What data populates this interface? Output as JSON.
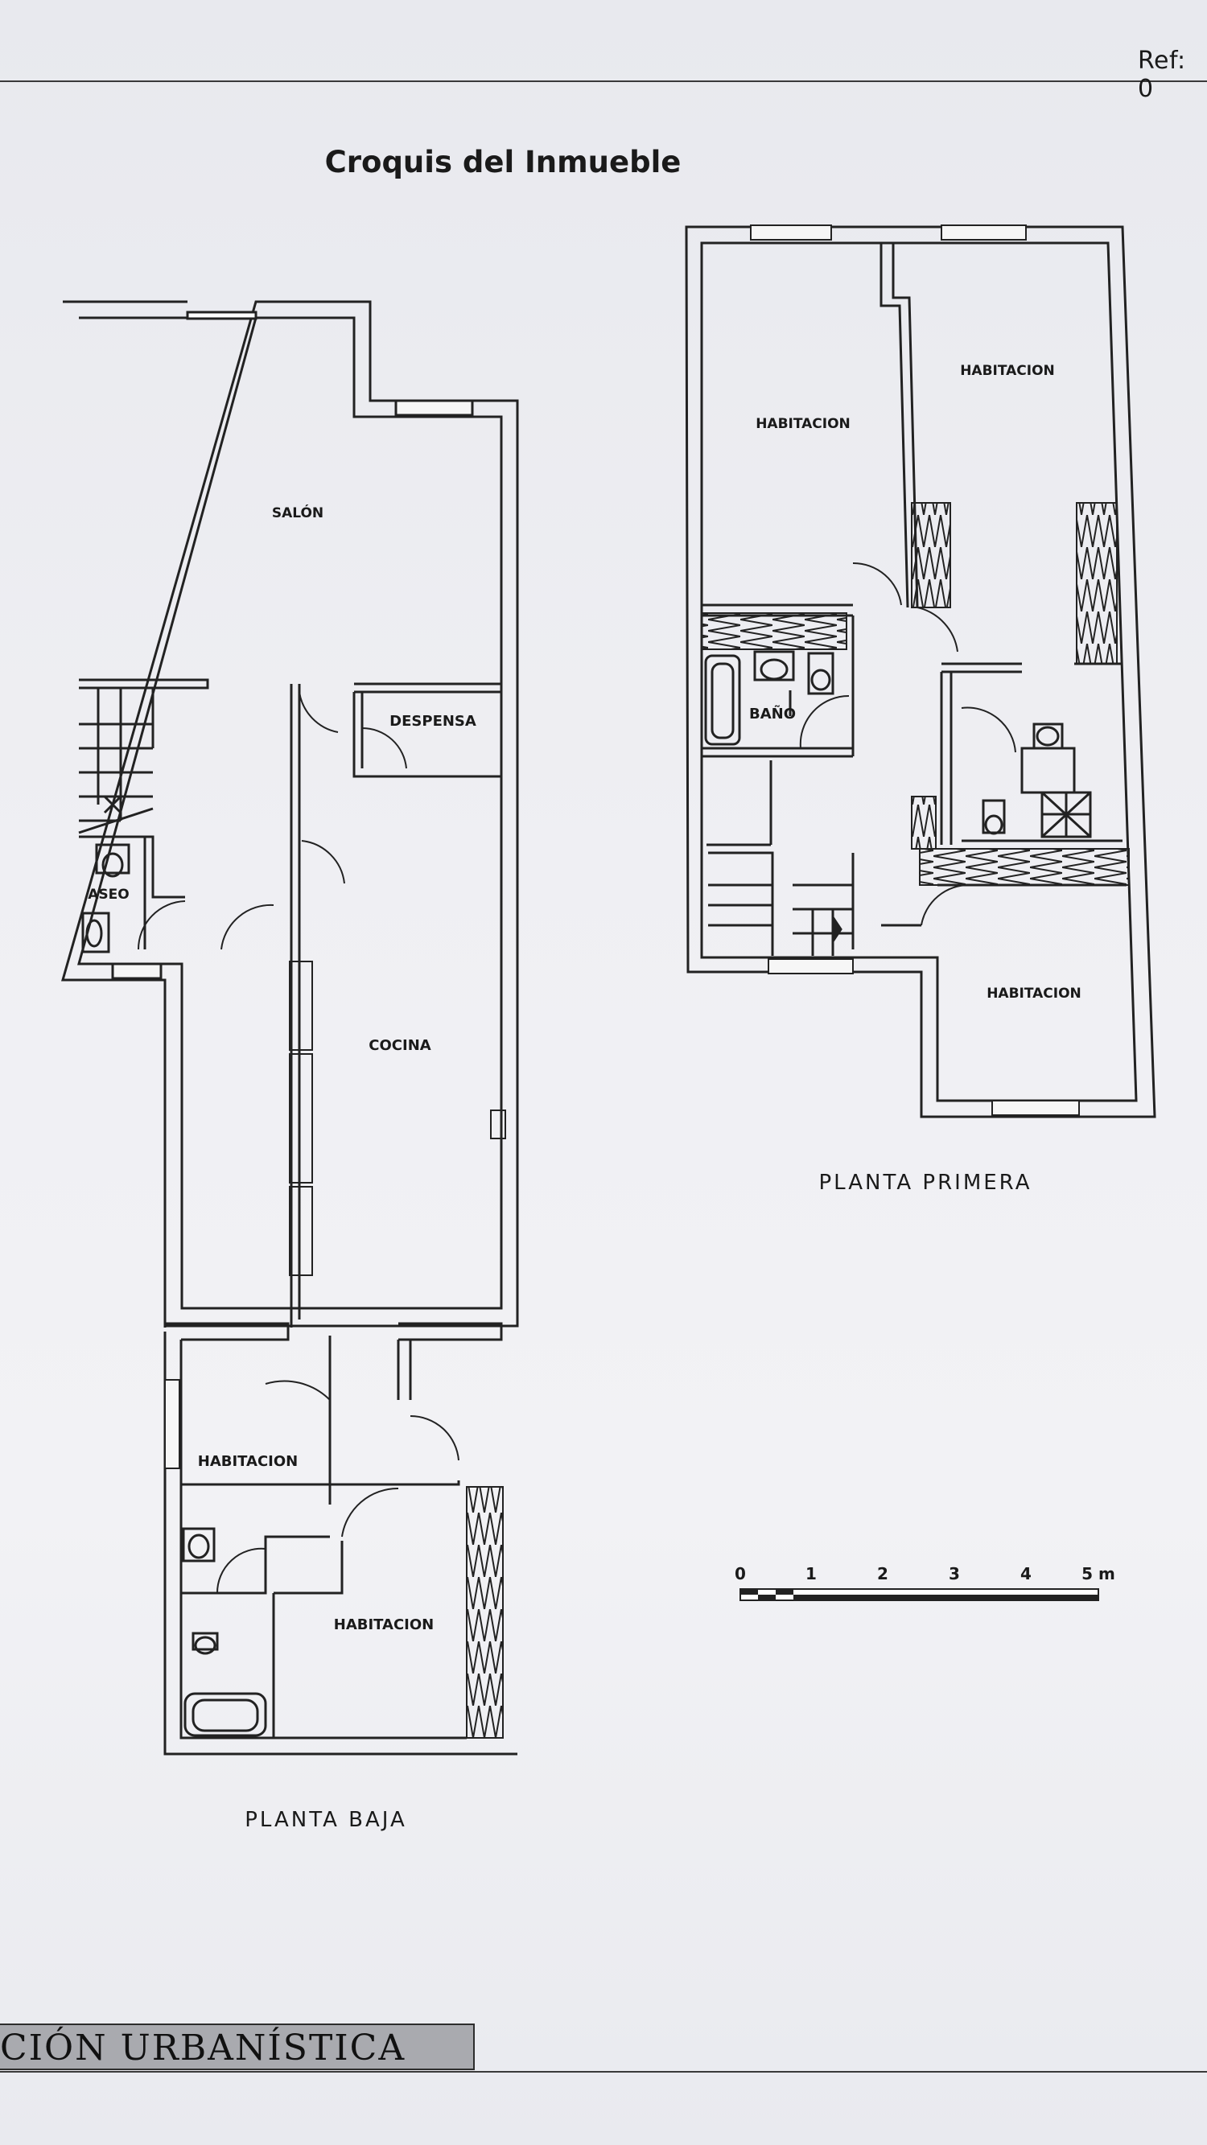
{
  "header": {
    "ref": "Ref: 0"
  },
  "title": "Croquis del Inmueble",
  "plans": {
    "ground": {
      "caption": "PLANTA BAJA",
      "rooms": {
        "salon": "SALÓN",
        "despensa": "DESPENSA",
        "aseo": "ASEO",
        "cocina": "COCINA",
        "habitacion_left": "HABITACION",
        "habitacion_right": "HABITACION"
      }
    },
    "first": {
      "caption": "PLANTA PRIMERA",
      "rooms": {
        "habitacion_left": "HABITACION",
        "habitacion_right": "HABITACION",
        "bano": "BAÑO",
        "habitacion_bottom": "HABITACION"
      }
    }
  },
  "scale": {
    "labels": [
      "0",
      "1",
      "2",
      "3",
      "4",
      "5 m"
    ]
  },
  "section": {
    "title": "CIÓN URBANÍSTICA"
  }
}
